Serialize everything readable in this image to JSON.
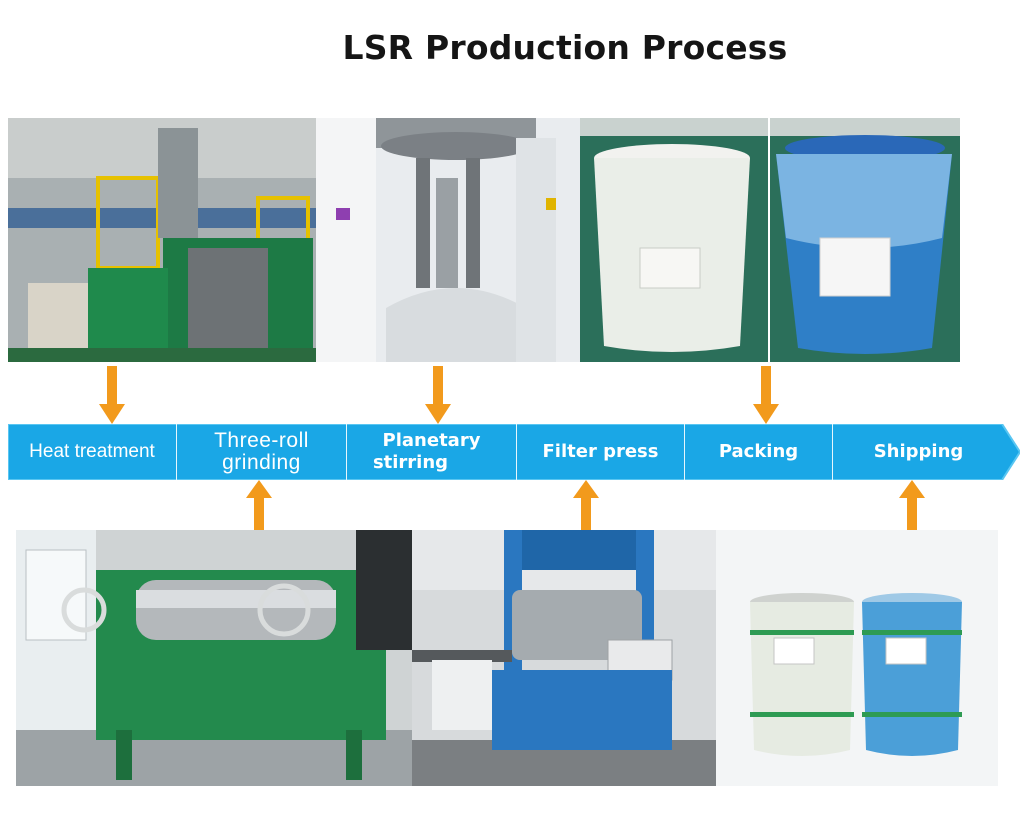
{
  "title": "LSR Production Process",
  "colors": {
    "band": "#1aa7e6",
    "band_edge": "#59c6f2",
    "arrow": "#f29a1c",
    "machine_green": "#1f8a4c",
    "drum_blue": "#2f7fc7"
  },
  "steps": [
    {
      "label": "Heat treatment"
    },
    {
      "label_line1": "Three-roll",
      "label_line2": "grinding"
    },
    {
      "label_line1": "Planetary",
      "label_line2": "stirring"
    },
    {
      "label": "Filter press"
    },
    {
      "label": "Packing"
    },
    {
      "label": "Shipping"
    }
  ],
  "photos": {
    "heat_treatment": "kneader-machine-photo",
    "planetary_stirring": "planetary-mixer-photo",
    "packing": "packed-drums-photo",
    "three_roll_grinding": "three-roll-mill-photo",
    "filter_press": "filter-press-photo",
    "shipping": "shipping-drums-photo"
  }
}
